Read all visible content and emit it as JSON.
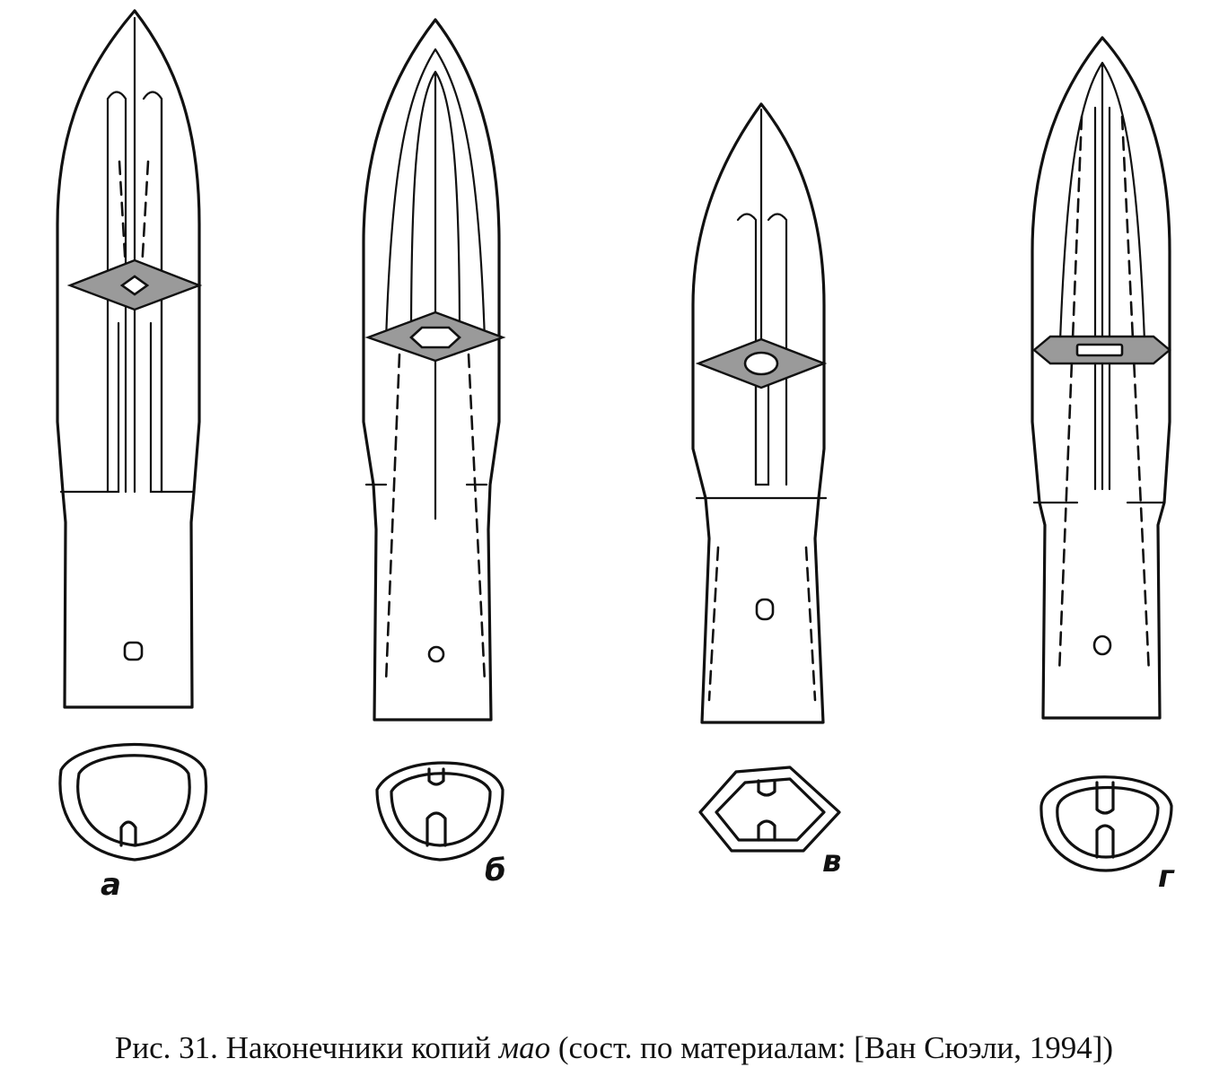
{
  "labels": {
    "a": "а",
    "b": "б",
    "v": "в",
    "g": "г"
  },
  "caption": {
    "prefix": "Рис. 31. Наконечники копий ",
    "term": "мао",
    "suffix": " (сост. по материалам: [Ван Сюэли, 1994])"
  }
}
